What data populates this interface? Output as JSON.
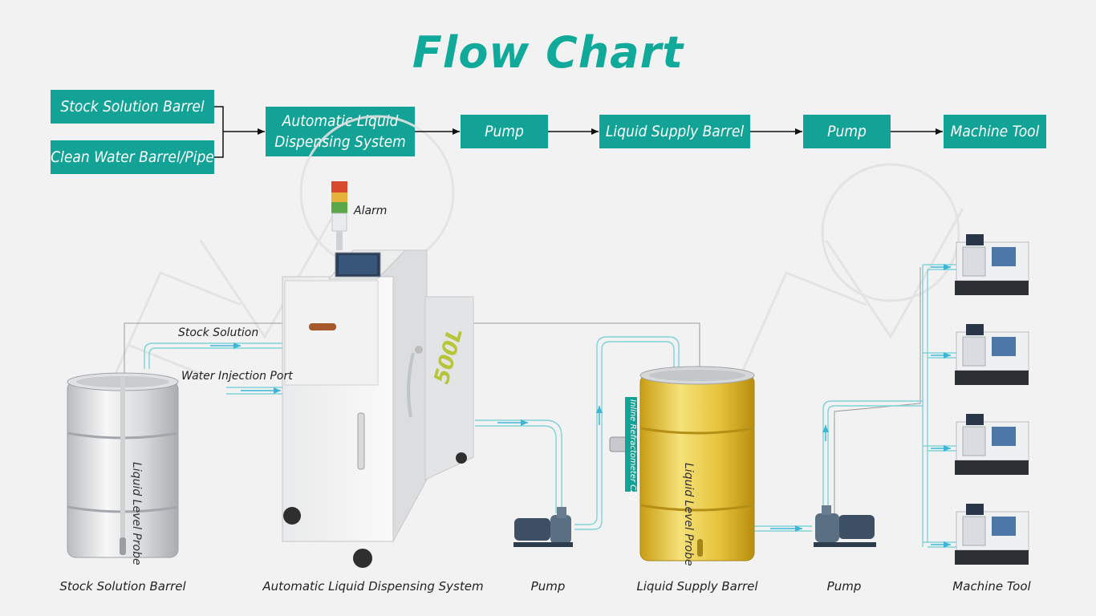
{
  "title": "Flow Chart",
  "flow": {
    "stock_barrel": "Stock Solution Barrel",
    "clean_water": "Clean Water Barrel/Pipe",
    "dispensing_line1": "Automatic Liquid",
    "dispensing_line2": "Dispensing System",
    "pump1": "Pump",
    "supply_barrel": "Liquid Supply Barrel",
    "pump2": "Pump",
    "machine_tool": "Machine Tool"
  },
  "illustration": {
    "alarm": "Alarm",
    "stock_solution": "Stock Solution",
    "water_injection_port": "Water Injection Port",
    "tank_capacity": "500L",
    "level_probe_left": "Liquid Level Probe",
    "level_probe_right": "Liquid Level Probe",
    "refractometer": "Inline Refractometer CZ-J"
  },
  "bottom_labels": {
    "stock_barrel": "Stock Solution Barrel",
    "dispensing": "Automatic Liquid Dispensing System",
    "pump1": "Pump",
    "supply_barrel": "Liquid Supply Barrel",
    "pump2": "Pump",
    "machine_tool": "Machine Tool"
  },
  "colors": {
    "teal": "#12a396",
    "pipe": "#7fd3d9",
    "flow_arrow": "#3cb6d8",
    "gold": "#e5c23a"
  }
}
